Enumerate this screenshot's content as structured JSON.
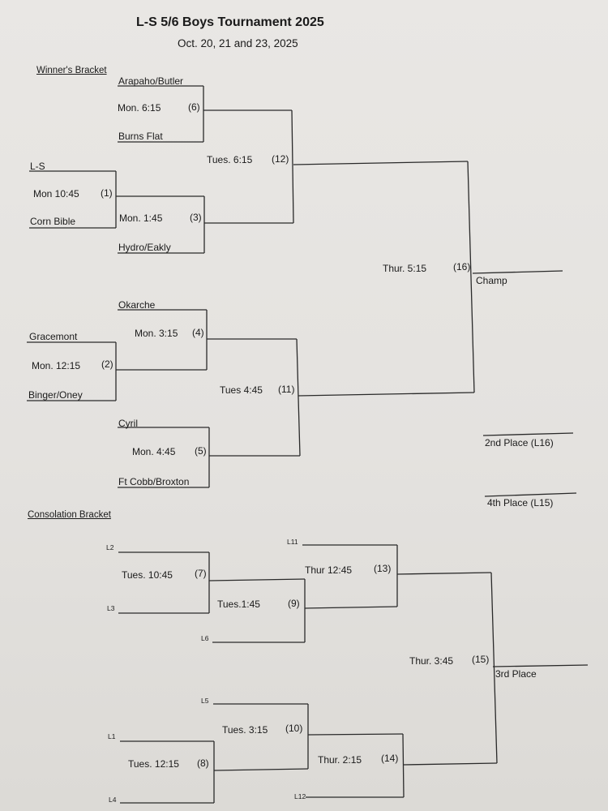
{
  "header": {
    "title": "L-S 5/6 Boys Tournament 2025",
    "dates": "Oct. 20, 21 and 23, 2025"
  },
  "winners_bracket": {
    "label": "Winner's Bracket",
    "teams": {
      "arapaho_butler": "Arapaho/Butler",
      "burns_flat": "Burns Flat",
      "ls": "L-S",
      "corn_bible": "Corn Bible",
      "hydro_eakly": "Hydro/Eakly",
      "okarche": "Okarche",
      "gracemont": "Gracemont",
      "binger_oney": "Binger/Oney",
      "cyril": "Cyril",
      "ft_cobb_broxton": "Ft Cobb/Broxton"
    },
    "games": {
      "g1": {
        "time": "Mon 10:45",
        "num": "(1)"
      },
      "g2": {
        "time": "Mon. 12:15",
        "num": "(2)"
      },
      "g3": {
        "time": "Mon. 1:45",
        "num": "(3)"
      },
      "g4": {
        "time": "Mon. 3:15",
        "num": "(4)"
      },
      "g5": {
        "time": "Mon. 4:45",
        "num": "(5)"
      },
      "g6": {
        "time": "Mon. 6:15",
        "num": "(6)"
      },
      "g11": {
        "time": "Tues 4:45",
        "num": "(11)"
      },
      "g12": {
        "time": "Tues. 6:15",
        "num": "(12)"
      },
      "g16": {
        "time": "Thur. 5:15",
        "num": "(16)"
      }
    },
    "champ": "Champ",
    "second_place": "2nd Place (L16)",
    "fourth_place": "4th Place (L15)"
  },
  "consolation_bracket": {
    "label": "Consolation Bracket",
    "slots": {
      "l1": "L1",
      "l2": "L2",
      "l3": "L3",
      "l4": "L4",
      "l5": "L5",
      "l6": "L6",
      "l11": "L11",
      "l12": "L12"
    },
    "games": {
      "g7": {
        "time": "Tues. 10:45",
        "num": "(7)"
      },
      "g8": {
        "time": "Tues. 12:15",
        "num": "(8)"
      },
      "g9": {
        "time": "Tues.1:45",
        "num": "(9)"
      },
      "g10": {
        "time": "Tues. 3:15",
        "num": "(10)"
      },
      "g13": {
        "time": "Thur 12:45",
        "num": "(13)"
      },
      "g14": {
        "time": "Thur. 2:15",
        "num": "(14)"
      },
      "g15": {
        "time": "Thur. 3:45",
        "num": "(15)"
      }
    },
    "third_place": "3rd Place"
  }
}
